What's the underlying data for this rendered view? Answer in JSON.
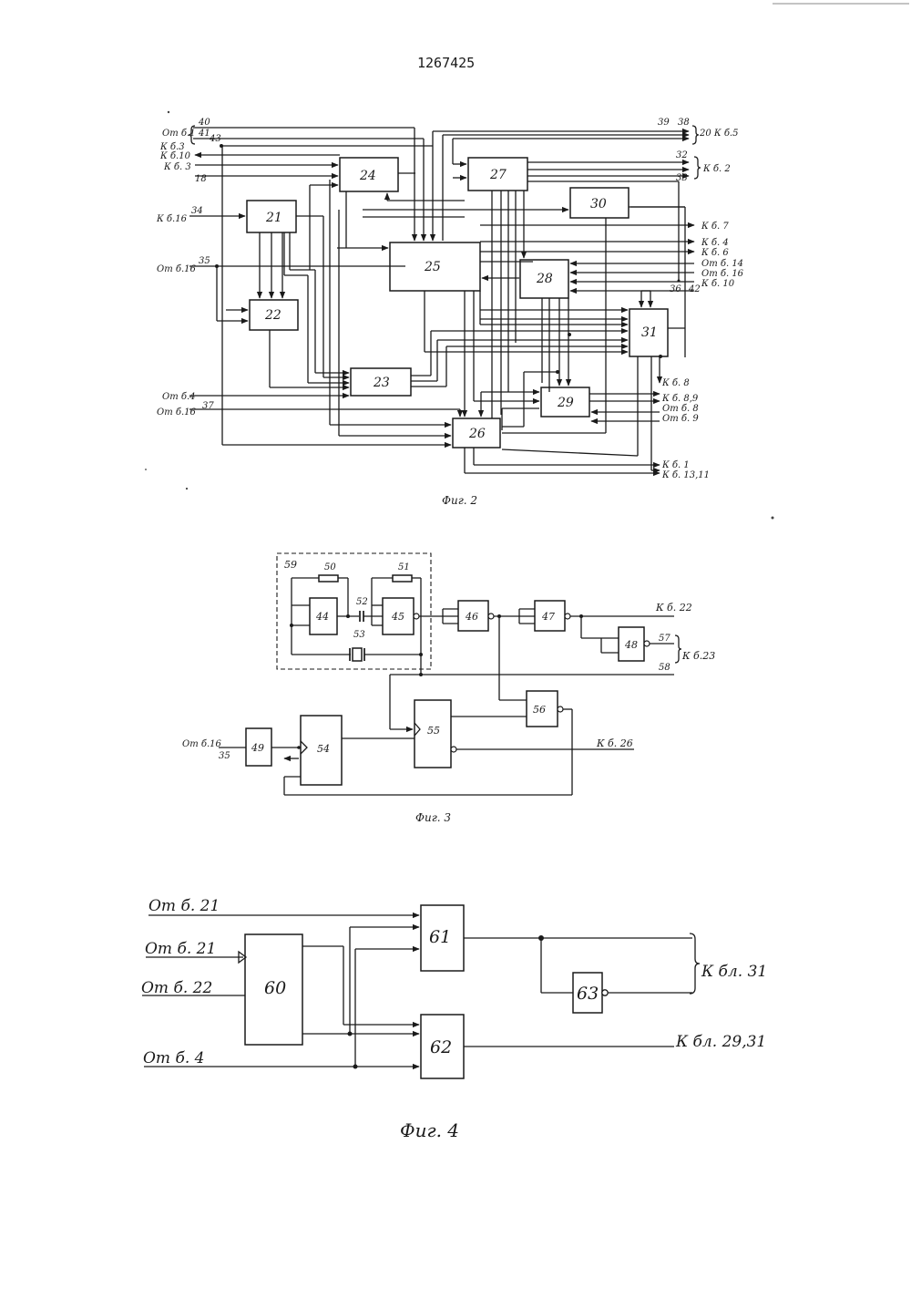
{
  "header": {
    "patent_number": "1267425"
  },
  "fig2": {
    "caption": "Фиг. 2",
    "blocks": {
      "b21": "21",
      "b22": "22",
      "b23": "23",
      "b24": "24",
      "b25": "25",
      "b26": "26",
      "b27": "27",
      "b28": "28",
      "b29": "29",
      "b30": "30",
      "b31": "31"
    },
    "left_labels": {
      "ot_b1": "От б.1",
      "k_b3": "К б.3",
      "k_b10": "К б.10",
      "k_b3b": "К б. 3",
      "k_b16": "К б.16",
      "ot_b16": "От б.16",
      "ot_b4": "От б.4",
      "ot_b16b": "От б.16"
    },
    "left_numbers": {
      "n40": "40",
      "n41": "41",
      "n43": "43",
      "n18": "18",
      "n34": "34",
      "n35": "35",
      "n37": "37"
    },
    "right_labels": {
      "k_b5": "20 К б.5",
      "k_b2": "К б. 2",
      "k_b7": "К б. 7",
      "k_b4": "К б. 4",
      "k_b6": "К б. 6",
      "ot_b14": "От б. 14",
      "ot_b16": "От б. 16",
      "k_b10": "К б. 10",
      "k_b8": "К б. 8",
      "k_b89": "К б. 8,9",
      "ot_b8": "От б. 8",
      "ot_b9": "От б. 9",
      "k_b1": "К б. 1",
      "k_b1311": "К б. 13,11"
    },
    "right_numbers": {
      "n39": "39",
      "n38": "38",
      "n32": "32",
      "n33": "33",
      "n36": "36",
      "n42": "42"
    }
  },
  "fig3": {
    "caption": "Фиг. 3",
    "blocks": {
      "b44": "44",
      "b45": "45",
      "b46": "46",
      "b47": "47",
      "b48": "48",
      "b49": "49",
      "b54": "54",
      "b55": "55",
      "b56": "56"
    },
    "numbers": {
      "n59": "59",
      "n50": "50",
      "n51": "51",
      "n52": "52",
      "n53": "53",
      "n57": "57",
      "n58": "58",
      "n35": "35"
    },
    "labels": {
      "k_b22": "К б. 22",
      "k_b23": "К б.23",
      "k_b26": "К б. 26",
      "ot_b16": "От б.16"
    }
  },
  "fig4": {
    "caption": "Фиг. 4",
    "blocks": {
      "b60": "60",
      "b61": "61",
      "b62": "62",
      "b63": "63"
    },
    "labels": {
      "ot_b21a": "От б. 21",
      "ot_b21b": "От б. 21",
      "ot_b22": "От б. 22",
      "ot_b4": "От б. 4",
      "k_bl31": "К бл. 31",
      "k_bl2931": "К бл. 29,31"
    }
  }
}
